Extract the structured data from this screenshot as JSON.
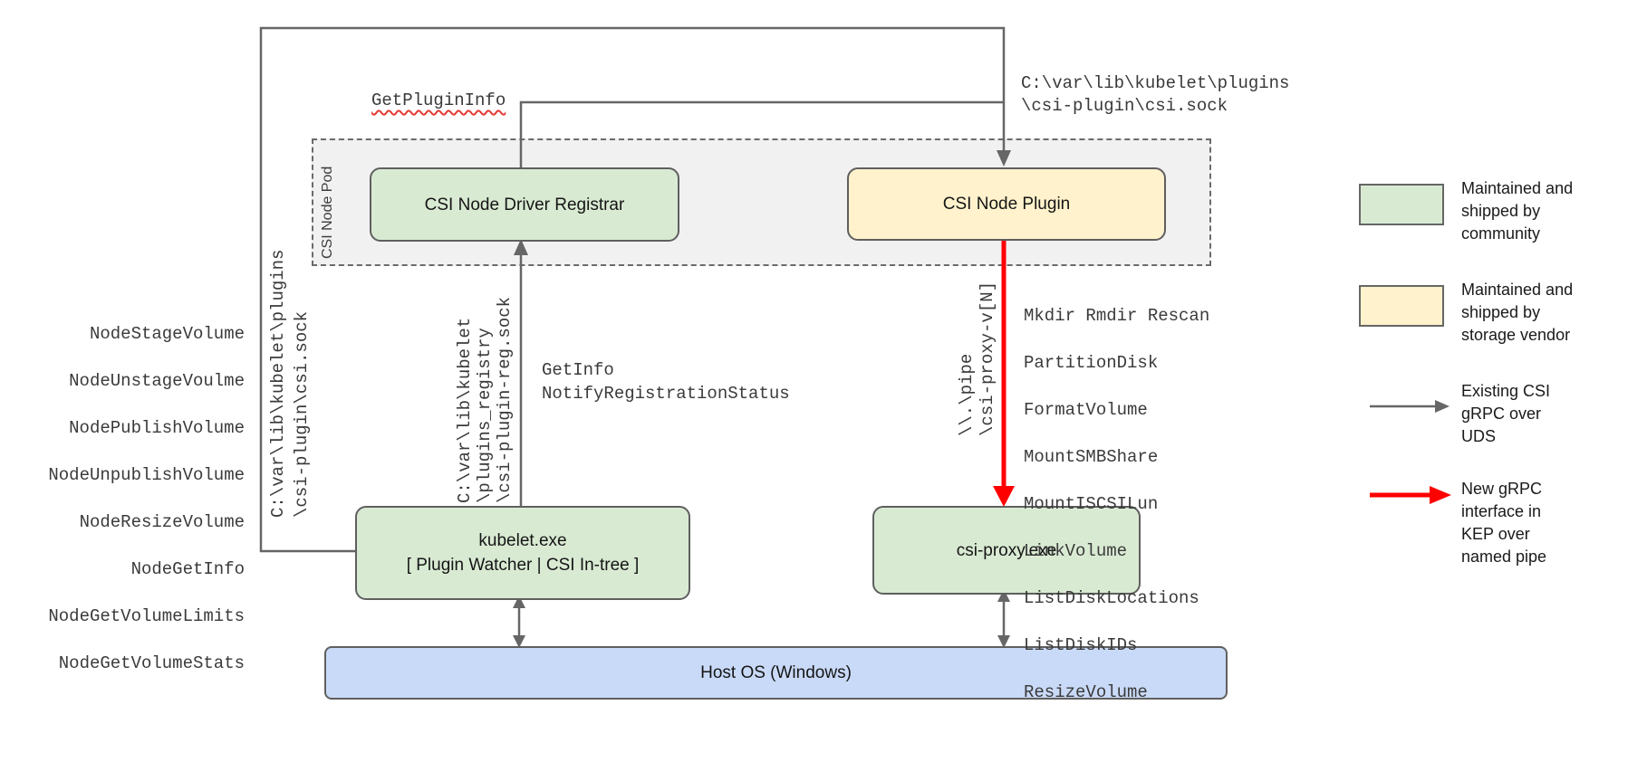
{
  "colors": {
    "community_green": "#d9ead3",
    "vendor_yellow": "#fff2cc",
    "host_blue": "#c9daf8",
    "pod_background": "#f1f1f1",
    "line_gray": "#666666",
    "arrow_red": "#ff0000",
    "squiggle_red": "#e53935"
  },
  "pod": {
    "label": "CSI Node Pod"
  },
  "nodes": {
    "registrar": {
      "label": "CSI Node Driver Registrar"
    },
    "plugin": {
      "label": "CSI Node Plugin"
    },
    "kubelet": {
      "title": "kubelet.exe",
      "subtitle": "[ Plugin Watcher | CSI In-tree ]"
    },
    "csi_proxy": {
      "label": "csi-proxy.exe"
    },
    "host_os": {
      "label": "Host OS (Windows)"
    }
  },
  "labels": {
    "get_plugin_info": "GetPluginInfo",
    "csi_sock_path_horizontal": "C:\\var\\lib\\kubelet\\plugins\n\\csi-plugin\\csi.sock",
    "csi_sock_path_vertical": "C:\\var\\lib\\kubelet\\plugins\n\\csi-plugin\\csi.sock",
    "registration_sock_path_vertical": "C:\\var\\lib\\kubelet\n\\plugins_registry\n\\csi-plugin-reg.sock",
    "named_pipe_vertical": "\\\\.\\pipe\n\\csi-proxy-v[N]",
    "registration_calls": "GetInfo\nNotifyRegistrationStatus"
  },
  "lists": {
    "kubelet_csi_calls": [
      "NodeStageVolume",
      "NodeUnstageVoulme",
      "NodePublishVolume",
      "NodeUnpublishVolume",
      "NodeResizeVolume",
      "NodeGetInfo",
      "NodeGetVolumeLimits",
      "NodeGetVolumeStats"
    ],
    "csi_proxy_calls": [
      "Mkdir Rmdir Rescan",
      "PartitionDisk",
      "FormatVolume",
      "MountSMBShare",
      "MountISCSILun",
      "LinkVolume",
      "ListDiskLocations",
      "ListDiskIDs",
      "ResizeVolume"
    ]
  },
  "legend": {
    "items": [
      {
        "key": "community",
        "label": "Maintained and\nshipped by\ncommunity"
      },
      {
        "key": "vendor",
        "label": "Maintained and\nshipped by\nstorage vendor"
      },
      {
        "key": "existing-grpc",
        "label": "Existing CSI\ngRPC over\nUDS"
      },
      {
        "key": "new-grpc",
        "label": "New gRPC\ninterface in\nKEP over\nnamed pipe"
      }
    ]
  }
}
